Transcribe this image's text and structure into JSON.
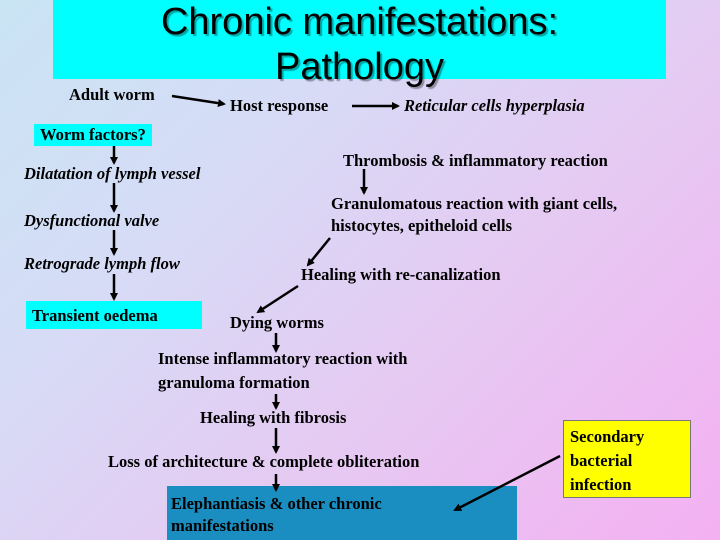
{
  "title": {
    "line1": "Chronic manifestations:",
    "line2": "Pathology"
  },
  "nodes": {
    "adult_worm": "Adult worm",
    "host_response": "Host response",
    "reticular": "Reticular cells hyperplasia",
    "worm_factors": "Worm factors?",
    "dilatation": "Dilatation of lymph vessel",
    "dysfunctional": "Dysfunctional valve",
    "retrograde": "Retrograde lymph flow",
    "transient": "Transient oedema",
    "thrombosis": "Thrombosis & inflammatory reaction",
    "granulomatous_1": "Granulomatous reaction with giant cells,",
    "granulomatous_2": "histocytes, epitheloid cells",
    "healing_recanal": "Healing with re-canalization",
    "dying": "Dying worms",
    "intense_1": "Intense inflammatory reaction with",
    "intense_2": "granuloma formation",
    "fibrosis": "Healing with fibrosis",
    "loss": "Loss of architecture & complete obliteration",
    "elephantiasis_1": "Elephantiasis & other chronic",
    "elephantiasis_2": "manifestations",
    "secondary_1": "Secondary",
    "secondary_2": "bacterial",
    "secondary_3": "infection"
  },
  "colors": {
    "title_bg": "#00ffff",
    "box_cyan": "#00ffff",
    "box_yellow": "#ffff00",
    "box_blue": "#1a8ec0",
    "arrow": "#000000"
  }
}
